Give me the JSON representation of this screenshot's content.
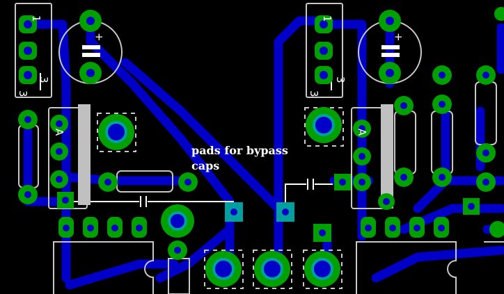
{
  "annotation": {
    "line1": "pads for bypass",
    "line2": "caps"
  },
  "labels": {
    "reg_left_pin_top": "1",
    "reg_left_pin_bottom": "3",
    "reg_left_pin_3": "3",
    "reg_right_pin_top": "1",
    "reg_right_pin_bottom": "3",
    "reg_right_pin_3": "3",
    "cap_plus": "+",
    "ic_left_a": "A",
    "ic_right_a": "A"
  },
  "colors": {
    "background": "#000000",
    "copper": "#0000c8",
    "pad": "#00a000",
    "via": "#00a0a0",
    "hole": "#0000c8",
    "silk": "#c8c8c8"
  }
}
